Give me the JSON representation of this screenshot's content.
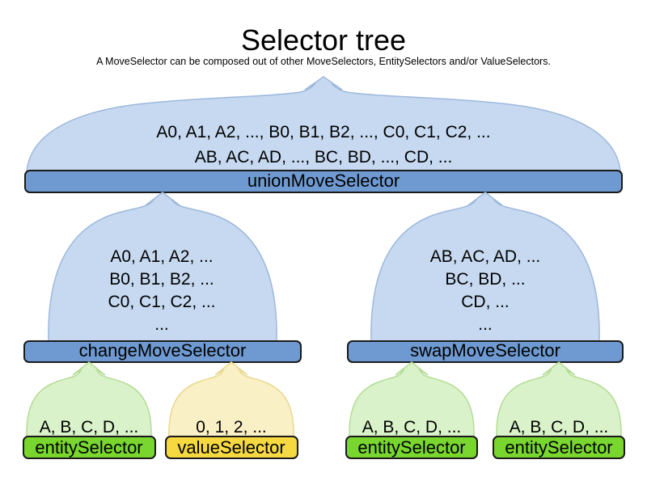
{
  "title": "Selector tree",
  "subtitle": "A MoveSelector can be composed out of other MoveSelectors, EntitySelectors and/or ValueSelectors.",
  "colors": {
    "background": "#ffffff",
    "text": "#000000",
    "blue_cloud_fill": "#c6d9f0",
    "blue_cloud_stroke": "#9db8dc",
    "blue_bar_fill": "#6f9ad1",
    "green_cloud_fill": "#d9f2c9",
    "green_cloud_stroke": "#b4dc96",
    "green_bar_fill": "#79d62f",
    "yellow_cloud_fill": "#faf0c5",
    "yellow_cloud_stroke": "#e8d88f",
    "yellow_bar_fill": "#f6d940",
    "bar_stroke": "#1a1a1a"
  },
  "nodes": {
    "union": {
      "label": "unionMoveSelector",
      "lines": [
        "A0, A1, A2, ..., B0, B1, B2, ..., C0, C1, C2, ...",
        "AB, AC, AD, ..., BC, BD, ..., CD, ..."
      ]
    },
    "change": {
      "label": "changeMoveSelector",
      "lines": [
        "A0, A1, A2, ...",
        "B0, B1, B2, ...",
        "C0, C1, C2, ...",
        "..."
      ]
    },
    "swap": {
      "label": "swapMoveSelector",
      "lines": [
        "AB, AC, AD, ...",
        "BC, BD, ...",
        "CD, ...",
        "..."
      ]
    },
    "entity1": {
      "label": "entitySelector",
      "lines": [
        "A, B, C, D, ..."
      ]
    },
    "value1": {
      "label": "valueSelector",
      "lines": [
        "0, 1, 2, ..."
      ]
    },
    "entity2": {
      "label": "entitySelector",
      "lines": [
        "A, B, C, D, ..."
      ]
    },
    "entity3": {
      "label": "entitySelector",
      "lines": [
        "A, B, C, D, ..."
      ]
    }
  }
}
